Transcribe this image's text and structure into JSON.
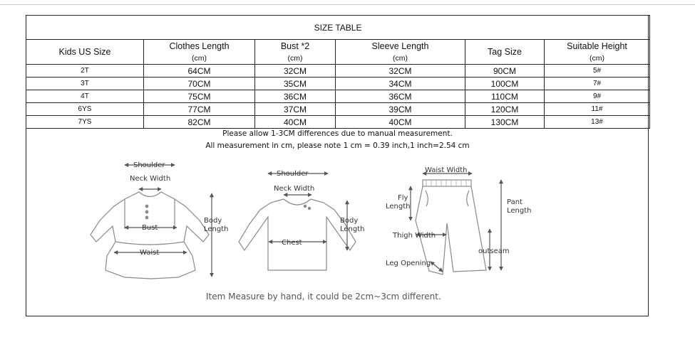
{
  "table": {
    "title": "SIZE TABLE",
    "headers": [
      {
        "label": "Kids US Size",
        "unit": ""
      },
      {
        "label": "Clothes Length",
        "unit": "(cm)"
      },
      {
        "label": "Bust  *2",
        "unit": "(cm)"
      },
      {
        "label": "Sleeve Length",
        "unit": "(cm)"
      },
      {
        "label": "Tag Size",
        "unit": ""
      },
      {
        "label": "Suitable Height",
        "unit": "(cm)"
      }
    ],
    "rows": [
      [
        "2T",
        "64CM",
        "32CM",
        "32CM",
        "90CM",
        "5#"
      ],
      [
        "3T",
        "70CM",
        "35CM",
        "34CM",
        "100CM",
        "7#"
      ],
      [
        "4T",
        "75CM",
        "36CM",
        "36CM",
        "110CM",
        "9#"
      ],
      [
        "6YS",
        "77CM",
        "37CM",
        "39CM",
        "120CM",
        "11#"
      ],
      [
        "7YS",
        "82CM",
        "40CM",
        "40CM",
        "130CM",
        "13#"
      ]
    ]
  },
  "notes": {
    "line1": "Please allow 1-3CM differences due to manual measurement.",
    "line2": "All measurement in cm, please note 1 cm = 0.39 inch,1 inch=2.54 cm"
  },
  "dress": {
    "shoulder": "Shoulder",
    "neck_width": "Neck Width",
    "bust": "Bust",
    "waist": "Waist",
    "body": "Body",
    "length": "Length"
  },
  "shirt": {
    "shoulder": "Shoulder",
    "neck_width": "Neck Width",
    "chest": "Chest",
    "body": "Body",
    "length": "Length"
  },
  "pants": {
    "waist_width": "Waist Width",
    "fly": "Fly",
    "fly_length": "Length",
    "pant": "Pant",
    "pant_length": "Length",
    "thigh_width": "Thigh Width",
    "outseam": "outseam",
    "leg_opening": "Leg Opening"
  },
  "footer": "Item Measure by hand, it could be 2cm~3cm different."
}
